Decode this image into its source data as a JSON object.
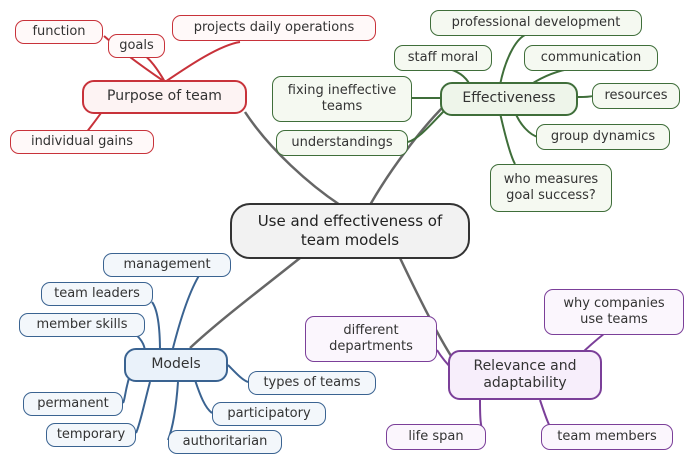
{
  "center": "Use and effectiveness of team models",
  "branches": {
    "purpose": {
      "label": "Purpose of team",
      "color": "#c8323a",
      "items": [
        "function",
        "goals",
        "projects daily operations",
        "individual gains"
      ]
    },
    "effectiveness": {
      "label": "Effectiveness",
      "color": "#3f6e3a",
      "items": [
        "professional development",
        "staff moral",
        "communication",
        "fixing ineffective teams",
        "resources",
        "understandings",
        "group dynamics",
        "who measures goal success?"
      ]
    },
    "models": {
      "label": "Models",
      "color": "#3a6391",
      "items": [
        "management",
        "team leaders",
        "member skills",
        "types of teams",
        "permanent",
        "participatory",
        "temporary",
        "authoritarian"
      ]
    },
    "relevance": {
      "label": "Relevance and adaptability",
      "color": "#7b3f99",
      "items": [
        "why companies use teams",
        "different departments",
        "life span",
        "team members"
      ]
    }
  }
}
